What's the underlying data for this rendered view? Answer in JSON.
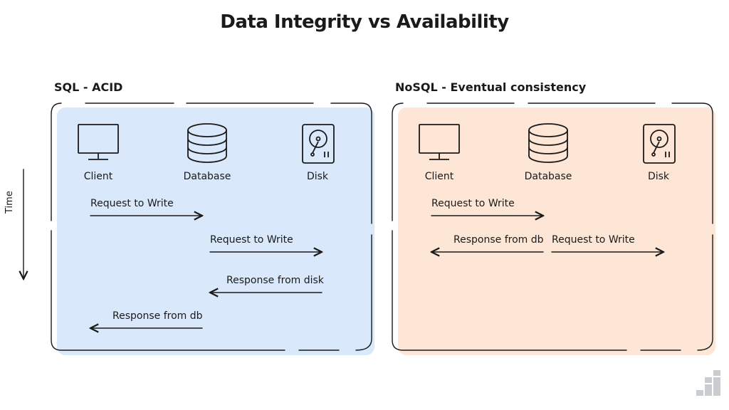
{
  "title": "Data Integrity vs Availability",
  "time_label": "Time",
  "colors": {
    "sql_bg": "#d9e8fb",
    "nosql_bg": "#fde6d6",
    "ink": "#1a1a1a"
  },
  "sql": {
    "heading": "SQL - ACID",
    "nodes": {
      "client": "Client",
      "database": "Database",
      "disk": "Disk"
    },
    "messages": {
      "client_to_db": "Request to Write",
      "db_to_disk": "Request to Write",
      "disk_to_db": "Response from disk",
      "db_to_client": "Response from db"
    }
  },
  "nosql": {
    "heading": "NoSQL - Eventual consistency",
    "nodes": {
      "client": "Client",
      "database": "Database",
      "disk": "Disk"
    },
    "messages": {
      "client_to_db": "Request to Write",
      "db_to_client": "Response from db",
      "db_to_disk": "Request to Write"
    }
  },
  "icons": [
    "monitor-icon",
    "database-icon",
    "hard-disk-icon",
    "brand-logo-icon"
  ]
}
